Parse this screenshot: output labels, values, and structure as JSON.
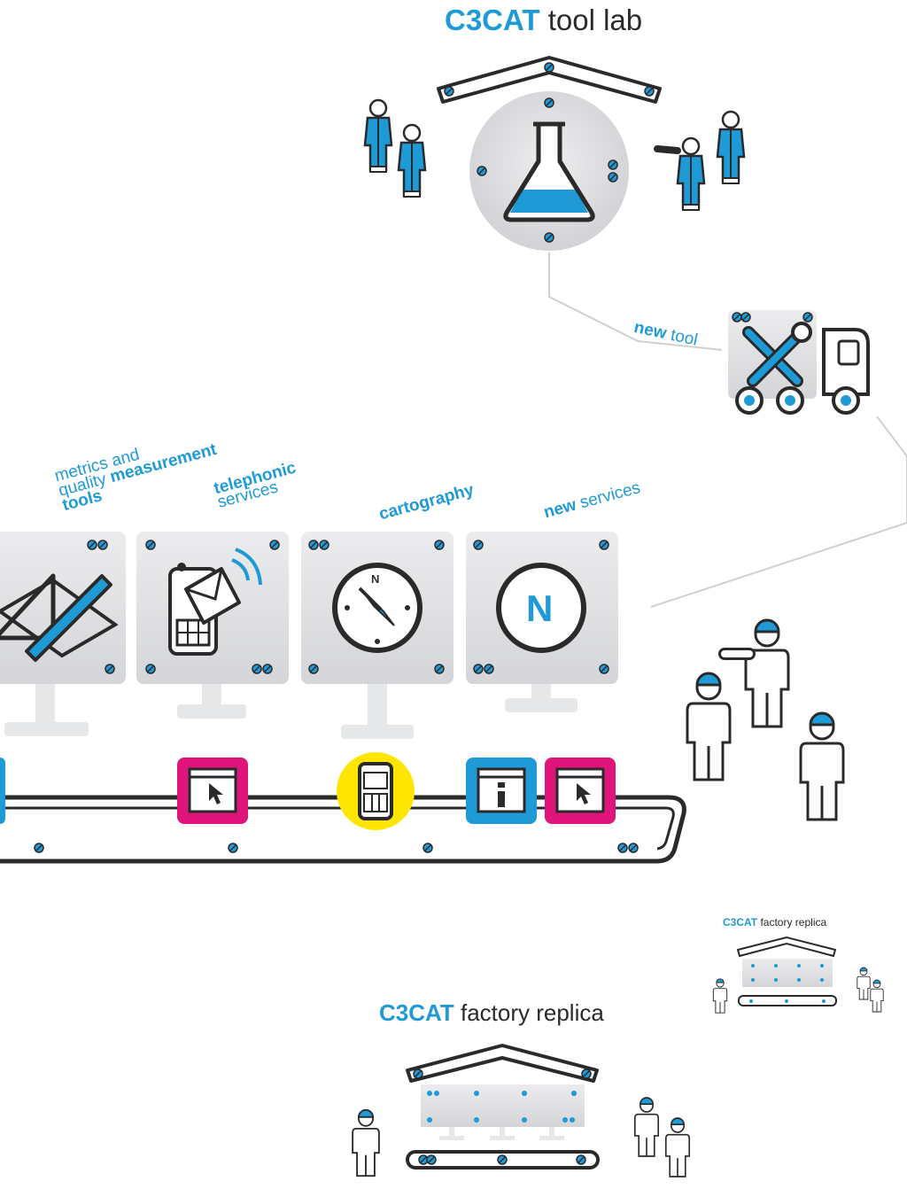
{
  "top_title": {
    "brand": "C3CAT",
    "rest": " tool lab"
  },
  "labels": {
    "new_tool": {
      "bold": "new",
      "rest": " tool"
    },
    "metrics": {
      "line1": "metrics and",
      "line2_light": "quality ",
      "line2_bold": "measurement",
      "line3": "tools"
    },
    "telephonic": {
      "bold": "telephonic",
      "light": "services"
    },
    "cartography": {
      "bold": "cartography"
    },
    "new_services": {
      "bold": "new",
      "rest": " services"
    }
  },
  "replica_large": {
    "brand": "C3CAT",
    "rest": " factory replica"
  },
  "replica_small": {
    "brand": "C3CAT",
    "rest": " factory replica"
  },
  "panels": [
    {
      "name": "metrics-panel",
      "icon": "ruler-triangle-icon"
    },
    {
      "name": "telephonic-panel",
      "icon": "phone-mail-icon"
    },
    {
      "name": "cartography-panel",
      "icon": "compass-icon",
      "letter": "N"
    },
    {
      "name": "new-services-panel",
      "icon": "n-badge-icon",
      "letter": "N"
    }
  ],
  "belt_items": [
    {
      "name": "blue-edge-box",
      "icon": "box-icon",
      "color": "#1e9ad6"
    },
    {
      "name": "pink-cursor-box-1",
      "icon": "cursor-window-icon",
      "color": "#e0157c"
    },
    {
      "name": "yellow-phone-circle",
      "icon": "mobile-phone-icon",
      "color": "#ffe500"
    },
    {
      "name": "blue-info-box",
      "icon": "info-window-icon",
      "color": "#1e9ad6"
    },
    {
      "name": "pink-cursor-box-2",
      "icon": "cursor-window-icon",
      "color": "#e0157c"
    }
  ],
  "colors": {
    "accent_blue": "#1e9ad6",
    "magenta": "#e0157c",
    "yellow": "#ffe500",
    "panel_grey": "#d8d9db"
  }
}
